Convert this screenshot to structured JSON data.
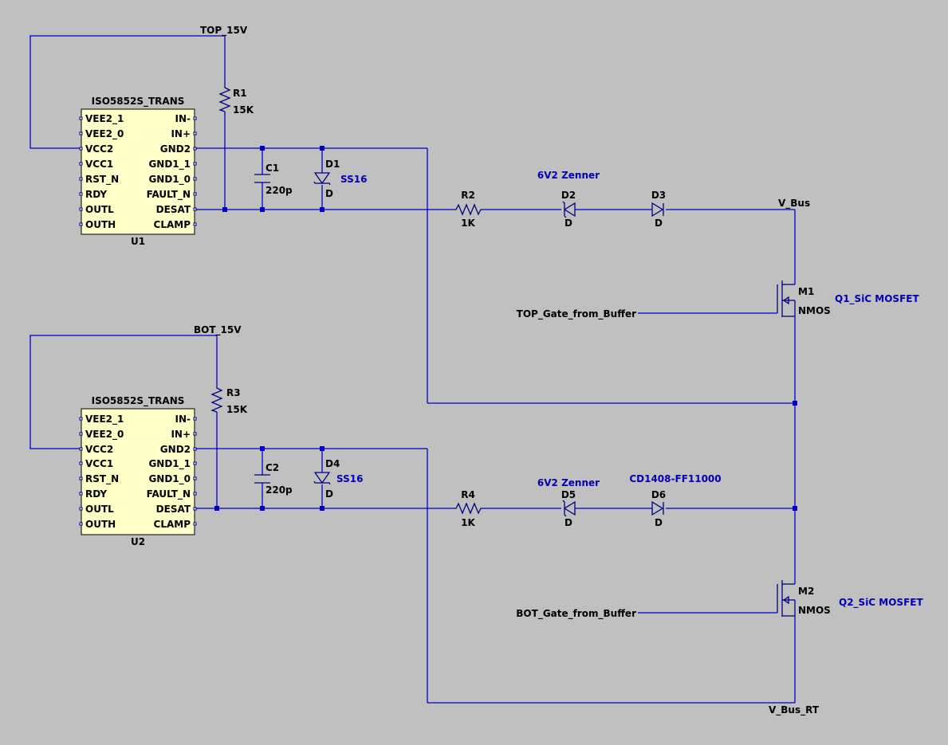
{
  "nets": {
    "top_15v": "TOP_15V",
    "bot_15v": "BOT_15V",
    "v_bus": "V_Bus",
    "v_bus_rt": "V_Bus_RT",
    "top_gate": "TOP_Gate_from_Buffer",
    "bot_gate": "BOT_Gate_from_Buffer"
  },
  "u1": {
    "title": "ISO5852S_TRANS",
    "ref": "U1",
    "left_pins": [
      "VEE2_1",
      "VEE2_0",
      "VCC2",
      "VCC1",
      "RST_N",
      "RDY",
      "OUTL",
      "OUTH"
    ],
    "right_pins": [
      "IN-",
      "IN+",
      "GND2",
      "GND1_1",
      "GND1_0",
      "FAULT_N",
      "DESAT",
      "CLAMP"
    ]
  },
  "u2": {
    "title": "ISO5852S_TRANS",
    "ref": "U2",
    "left_pins": [
      "VEE2_1",
      "VEE2_0",
      "VCC2",
      "VCC1",
      "RST_N",
      "RDY",
      "OUTL",
      "OUTH"
    ],
    "right_pins": [
      "IN-",
      "IN+",
      "GND2",
      "GND1_1",
      "GND1_0",
      "FAULT_N",
      "DESAT",
      "CLAMP"
    ]
  },
  "r1": {
    "ref": "R1",
    "value": "15K"
  },
  "r3": {
    "ref": "R3",
    "value": "15K"
  },
  "c1": {
    "ref": "C1",
    "value": "220p"
  },
  "c2": {
    "ref": "C2",
    "value": "220p"
  },
  "d1": {
    "ref": "D1",
    "value": "D",
    "part": "SS16"
  },
  "d4": {
    "ref": "D4",
    "value": "D",
    "part": "SS16"
  },
  "r2": {
    "ref": "R2",
    "value": "1K"
  },
  "r4": {
    "ref": "R4",
    "value": "1K"
  },
  "d2": {
    "ref": "D2",
    "value": "D",
    "note": "6V2 Zenner"
  },
  "d3": {
    "ref": "D3",
    "value": "D"
  },
  "d5": {
    "ref": "D5",
    "value": "D",
    "note": "6V2 Zenner"
  },
  "d6": {
    "ref": "D6",
    "value": "D",
    "note": "CD1408-FF11000"
  },
  "m1": {
    "ref": "M1",
    "value": "NMOS",
    "note": "Q1_SiC MOSFET"
  },
  "m2": {
    "ref": "M2",
    "value": "NMOS",
    "note": "Q2_SiC MOSFET"
  },
  "colors": {
    "background": "#c0c0c0",
    "wire": "#0000c8",
    "ic_fill": "#ffffc8",
    "annotation": "#0000b4"
  }
}
